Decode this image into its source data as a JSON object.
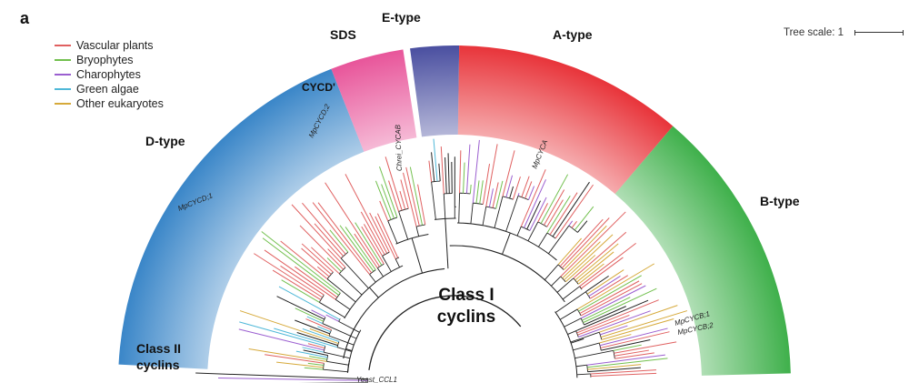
{
  "panel_letter": "a",
  "legend": [
    {
      "label": "Vascular plants",
      "color": "#e06060"
    },
    {
      "label": "Bryophytes",
      "color": "#72c04e"
    },
    {
      "label": "Charophytes",
      "color": "#9b5fd0"
    },
    {
      "label": "Green algae",
      "color": "#4fb8d8"
    },
    {
      "label": "Other eukaryotes",
      "color": "#d6a93a"
    }
  ],
  "scale": {
    "label": "Tree scale: 1"
  },
  "clades": {
    "d_type": "D-type",
    "cycd_prime": "CYCD'",
    "sds": "SDS",
    "e_type": "E-type",
    "a_type": "A-type",
    "b_type": "B-type"
  },
  "groups": {
    "class1_line1": "Class I",
    "class1_line2": "cyclins",
    "class2_line1": "Class II",
    "class2_line2": "cyclins"
  },
  "leaf_labels": {
    "mpcycd2": "MpCYCD;2",
    "mpcycd1": "MpCYCD;1",
    "chlrei": "Chrei_CYCAB",
    "mpcyca": "MpCYCA",
    "mpcycb1": "MpCYCB;1",
    "mpcycb2": "MpCYCB;2",
    "yeast": "Yeast_CCL1"
  },
  "colors": {
    "d_type": "#3a86c8",
    "sds": "#e8559a",
    "e_type": "#4a4fa0",
    "a_type": "#e8343a",
    "b_type": "#3fb04b"
  }
}
